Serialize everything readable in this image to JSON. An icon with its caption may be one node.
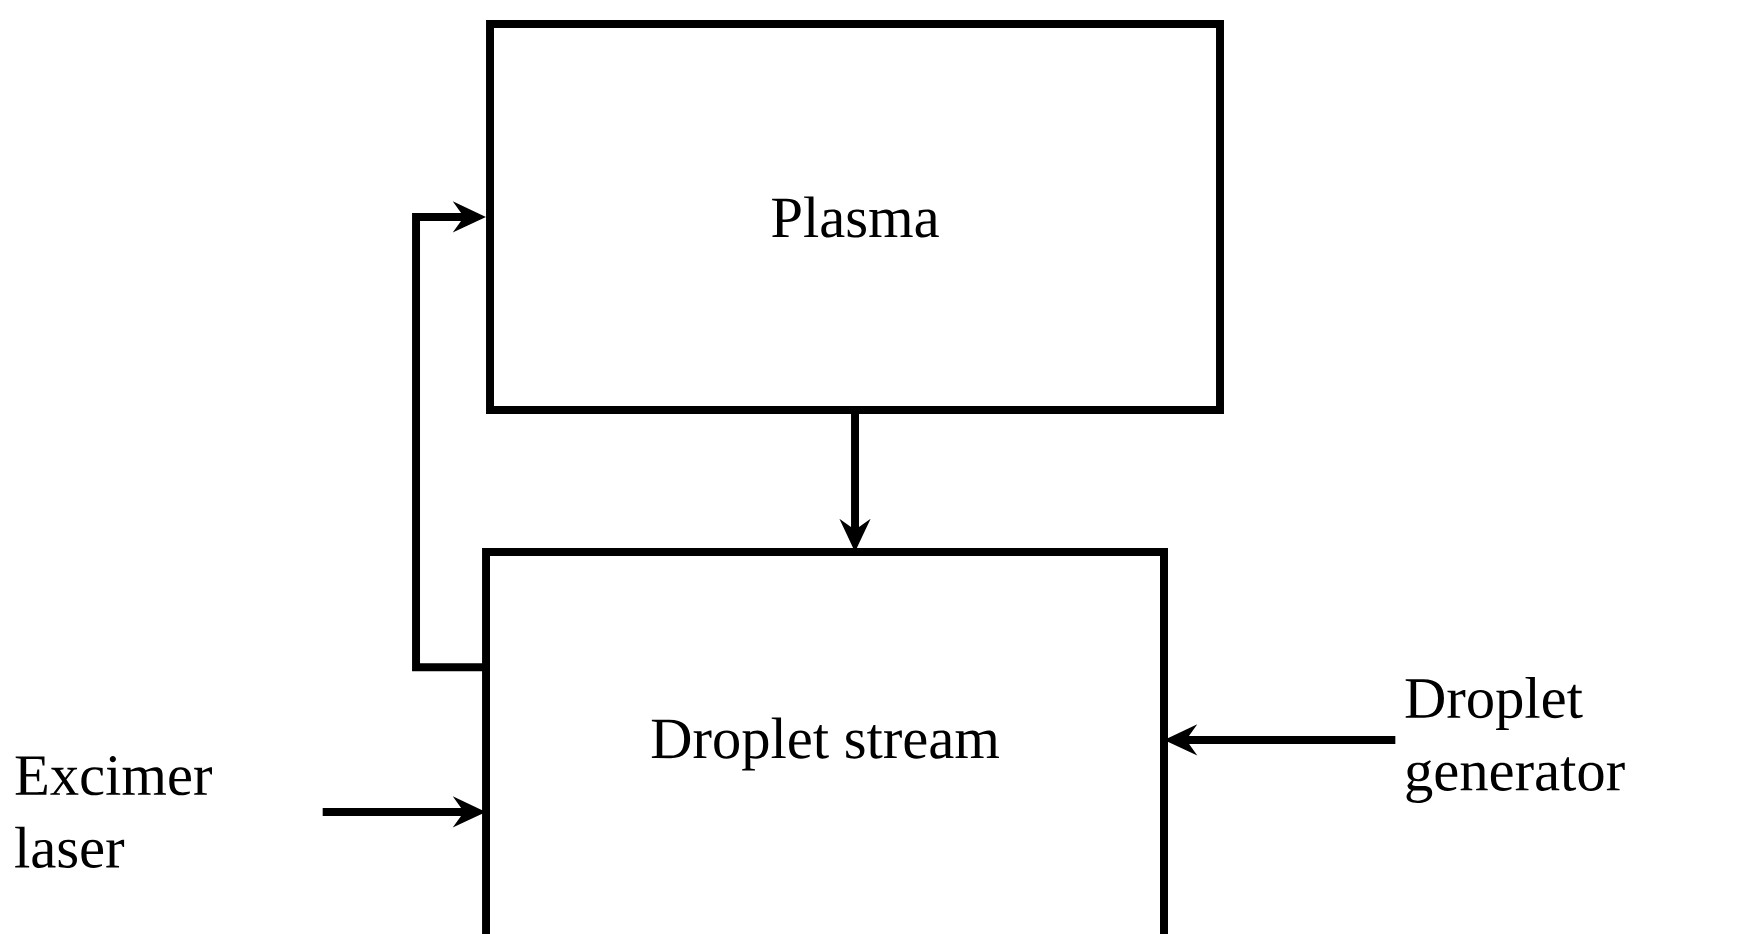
{
  "diagram": {
    "nodes": [
      {
        "text": [
          "Plasma"
        ]
      },
      {
        "text": [
          "Droplet stream"
        ]
      },
      {
        "text": [
          "Excimer laser"
        ]
      },
      {
        "text": [
          "Droplet generator"
        ]
      }
    ],
    "edges": [
      {
        "from": 0,
        "to": 1,
        "arrow": "to"
      },
      {
        "from": 1,
        "to": 0,
        "arrow": "to"
      },
      {
        "from": 2,
        "to": 1,
        "arrow": "to"
      },
      {
        "from": 3,
        "to": 1,
        "arrow": "to"
      }
    ]
  }
}
